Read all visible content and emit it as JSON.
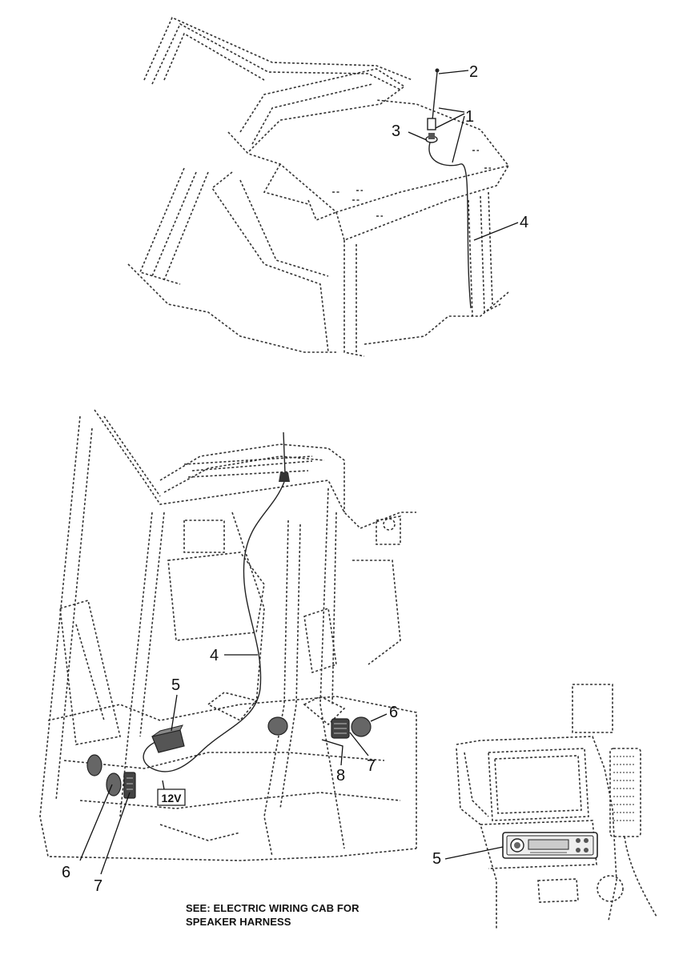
{
  "callouts": {
    "top": {
      "c1": "1",
      "c2": "2",
      "c3": "3",
      "c4": "4"
    },
    "cab": {
      "c4": "4",
      "c5": "5",
      "c6a": "6",
      "c6b": "6",
      "c7a": "7",
      "c7b": "7",
      "c8": "8",
      "v12": "12V"
    },
    "dash": {
      "c5": "5"
    }
  },
  "note": {
    "line1": "SEE: ELECTRIC WIRING CAB FOR",
    "line2": "SPEAKER HARNESS"
  }
}
